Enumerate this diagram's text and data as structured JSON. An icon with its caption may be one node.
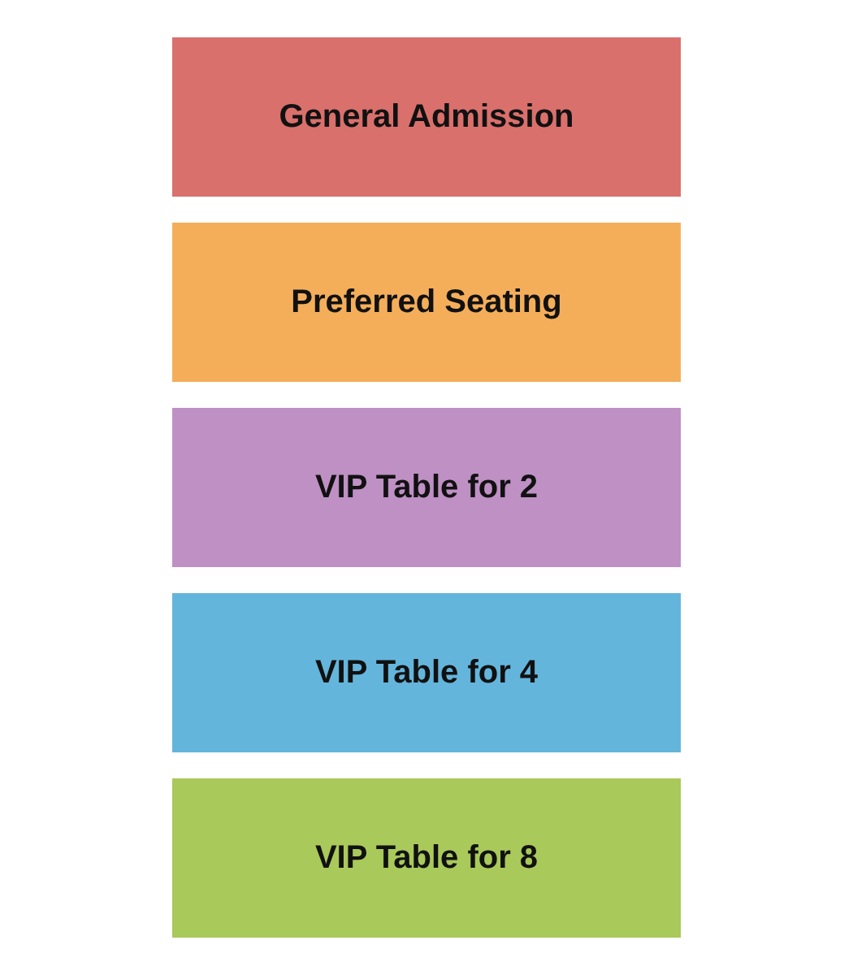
{
  "diagram": {
    "nodes": [
      {
        "text": [
          "General Admission"
        ]
      },
      {
        "text": [
          "Preferred Seating"
        ]
      },
      {
        "text": [
          "VIP Table for 2"
        ]
      },
      {
        "text": [
          "VIP Table for 4"
        ]
      },
      {
        "text": [
          "VIP Table for 8"
        ]
      }
    ]
  }
}
